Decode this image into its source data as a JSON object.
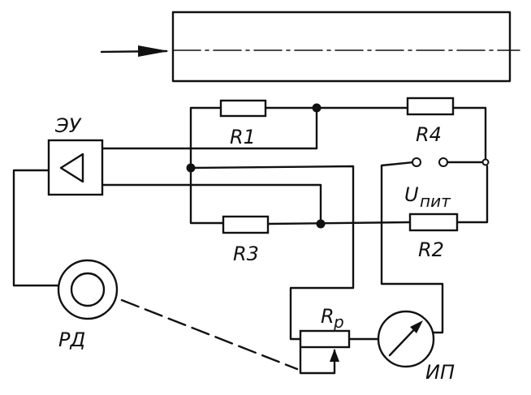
{
  "labels": {
    "amplifier": "ЭУ",
    "r1": "R1",
    "r2": "R2",
    "r3": "R3",
    "r4": "R4",
    "supply_u": "U",
    "supply_sub": "пит",
    "rheostat_r": "R",
    "rheostat_sub": "р",
    "motor": "РД",
    "meter": "ИП"
  },
  "colors": {
    "ink": "#111111",
    "paper": "#ffffff"
  }
}
